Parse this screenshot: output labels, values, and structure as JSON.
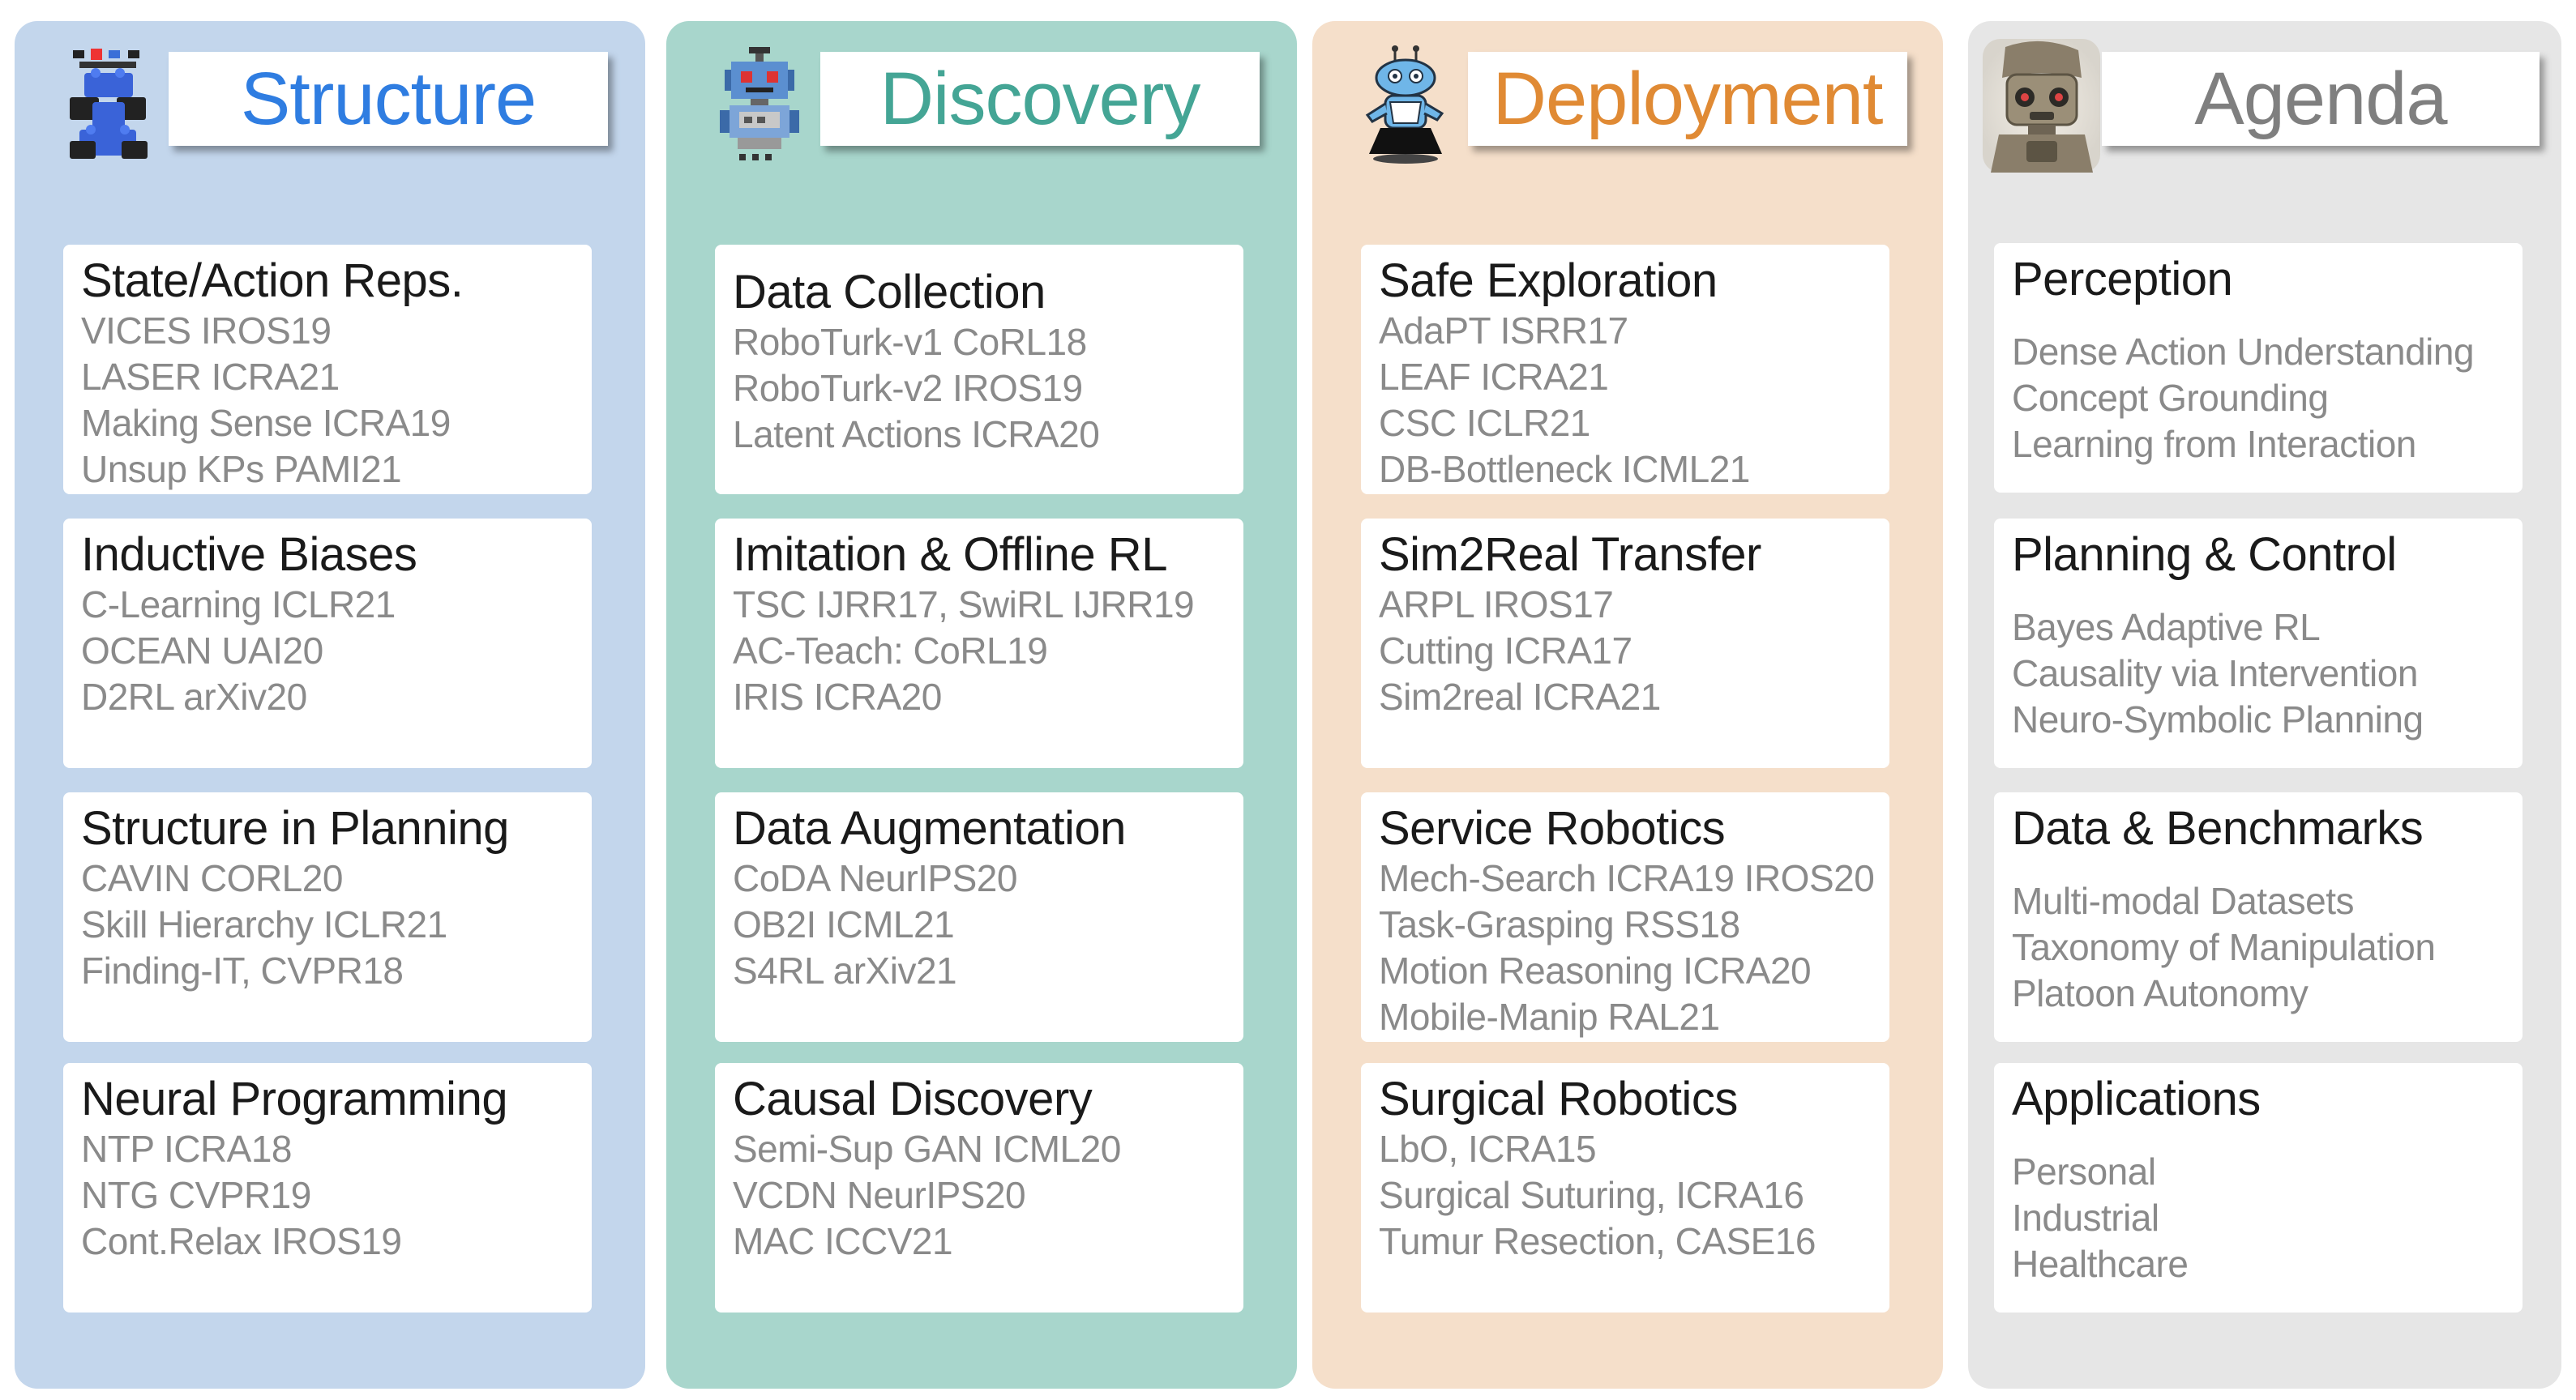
{
  "columns": [
    {
      "title": "Structure",
      "title_color": "#2f7de1",
      "icon": "lego-blocks-robot-icon",
      "cards": [
        {
          "title": "State/Action Reps.",
          "items": [
            "VICES IROS19",
            "LASER ICRA21",
            "Making Sense ICRA19",
            "Unsup KPs PAMI21"
          ]
        },
        {
          "title": "Inductive Biases",
          "items": [
            "C-Learning ICLR21",
            "OCEAN UAI20",
            "D2RL arXiv20"
          ]
        },
        {
          "title": "Structure in Planning",
          "items": [
            "CAVIN CORL20",
            "Skill Hierarchy ICLR21",
            "Finding-IT, CVPR18"
          ]
        },
        {
          "title": "Neural Programming",
          "items": [
            "NTP ICRA18",
            "NTG CVPR19",
            "Cont.Relax IROS19"
          ]
        }
      ]
    },
    {
      "title": "Discovery",
      "title_color": "#44a595",
      "icon": "pixel-robot-icon",
      "cards": [
        {
          "title": "Data Collection",
          "items": [
            "RoboTurk-v1 CoRL18",
            "RoboTurk-v2 IROS19",
            "Latent Actions ICRA20"
          ]
        },
        {
          "title": "Imitation & Offline RL",
          "items": [
            "TSC IJRR17, SwiRL IJRR19",
            "AC-Teach: CoRL19",
            "IRIS ICRA20"
          ]
        },
        {
          "title": "Data Augmentation",
          "items": [
            "CoDA NeurIPS20",
            "OB2I ICML21",
            "S4RL arXiv21"
          ]
        },
        {
          "title": "Causal Discovery",
          "items": [
            "Semi-Sup GAN ICML20",
            "VCDN NeurIPS20",
            "MAC ICCV21"
          ]
        }
      ]
    },
    {
      "title": "Deployment",
      "title_color": "#e08a34",
      "icon": "cartoon-robot-maid-icon",
      "cards": [
        {
          "title": "Safe Exploration",
          "items": [
            "AdaPT ISRR17",
            "LEAF ICRA21",
            "CSC ICLR21",
            "DB-Bottleneck ICML21"
          ]
        },
        {
          "title": "Sim2Real Transfer",
          "items": [
            "ARPL IROS17",
            "Cutting ICRA17",
            "Sim2real ICRA21"
          ]
        },
        {
          "title": "Service Robotics",
          "items": [
            "Mech-Search ICRA19 IROS20",
            "Task-Grasping RSS18",
            "Motion Reasoning ICRA20",
            "Mobile-Manip RAL21"
          ]
        },
        {
          "title": "Surgical Robotics",
          "items": [
            "LbO, ICRA15",
            "Surgical Suturing, ICRA16",
            "Tumur Resection, CASE16"
          ]
        }
      ]
    },
    {
      "title": "Agenda",
      "title_color": "#7f7f7f",
      "icon": "humanoid-robot-photo-icon",
      "cards": [
        {
          "title": "Perception",
          "items": [
            "Dense Action Understanding",
            "Concept Grounding",
            "Learning from Interaction"
          ]
        },
        {
          "title": "Planning & Control",
          "items": [
            "Bayes Adaptive RL",
            "Causality via Intervention",
            "Neuro-Symbolic Planning"
          ]
        },
        {
          "title": "Data & Benchmarks",
          "items": [
            "Multi-modal Datasets",
            "Taxonomy of Manipulation",
            "Platoon Autonomy"
          ]
        },
        {
          "title": "Applications",
          "items": [
            "Personal",
            "Industrial",
            "Healthcare"
          ]
        }
      ]
    }
  ]
}
